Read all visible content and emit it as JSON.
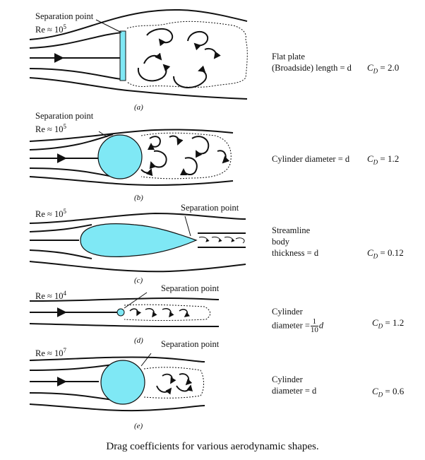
{
  "panels": [
    {
      "label": "(a)",
      "re": "Re ≈ 10",
      "re_exp": "5",
      "sep": "Separation point",
      "desc1": "Flat plate",
      "desc2": "(Broadside) length = d",
      "cd": "C_D = 2.0",
      "cd_val": "= 2.0"
    },
    {
      "label": "(b)",
      "re": "Re ≈ 10",
      "re_exp": "5",
      "sep": "Separation point",
      "desc1": "Cylinder diameter = d",
      "cd_val": "= 1.2"
    },
    {
      "label": "(c)",
      "re": "Re ≈ 10",
      "re_exp": "5",
      "sep": "Separation point",
      "desc1": "Streamline",
      "desc2": "body",
      "desc3": "thickness = d",
      "cd_val": "= 0.12"
    },
    {
      "label": "(d)",
      "re": "Re ≈ 10",
      "re_exp": "4",
      "sep": "Separation point",
      "desc1": "Cylinder",
      "desc2": "diameter =",
      "frac_num": "1",
      "frac_den": "10",
      "desc2_tail": "d",
      "cd_val": "= 1.2"
    },
    {
      "label": "(e)",
      "re": "Re ≈ 10",
      "re_exp": "7",
      "sep": "Separation point",
      "desc1": "Cylinder",
      "desc2": "diameter = d",
      "cd_val": "= 0.6"
    }
  ],
  "caption": "Drag coefficients for various aerodynamic shapes.",
  "colors": {
    "body_fill": "#7fe8f5",
    "line": "#111111"
  }
}
